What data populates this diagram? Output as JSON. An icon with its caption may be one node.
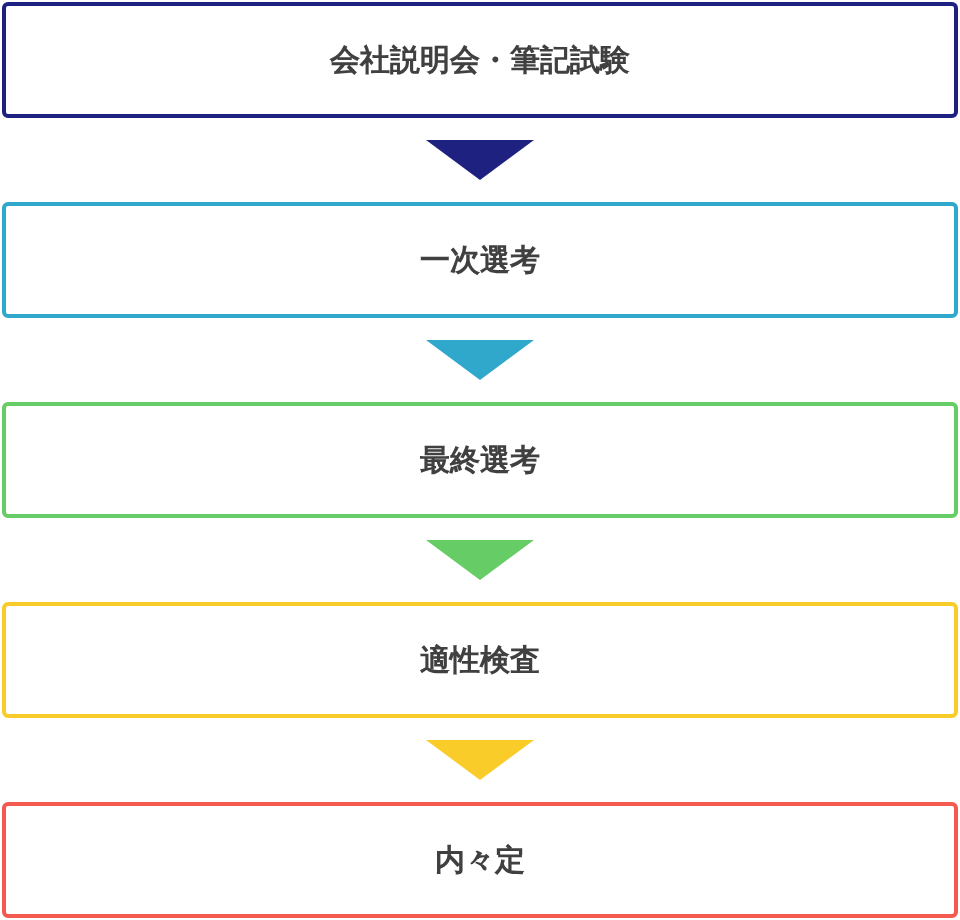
{
  "diagram": {
    "nodes": [
      {
        "text": [
          "会社説明会・筆記試験"
        ]
      },
      {
        "text": [
          "一次選考"
        ]
      },
      {
        "text": [
          "最終選考"
        ]
      },
      {
        "text": [
          "適性検査"
        ]
      },
      {
        "text": [
          "内々定"
        ]
      }
    ],
    "edges": [
      {
        "from": 0,
        "to": 1,
        "arrow": "to",
        "color": "#1e2180"
      },
      {
        "from": 1,
        "to": 2,
        "arrow": "to",
        "color": "#2fa8cc"
      },
      {
        "from": 2,
        "to": 3,
        "arrow": "to",
        "color": "#66cc66"
      },
      {
        "from": 3,
        "to": 4,
        "arrow": "to",
        "color": "#f9cc2a"
      }
    ]
  }
}
